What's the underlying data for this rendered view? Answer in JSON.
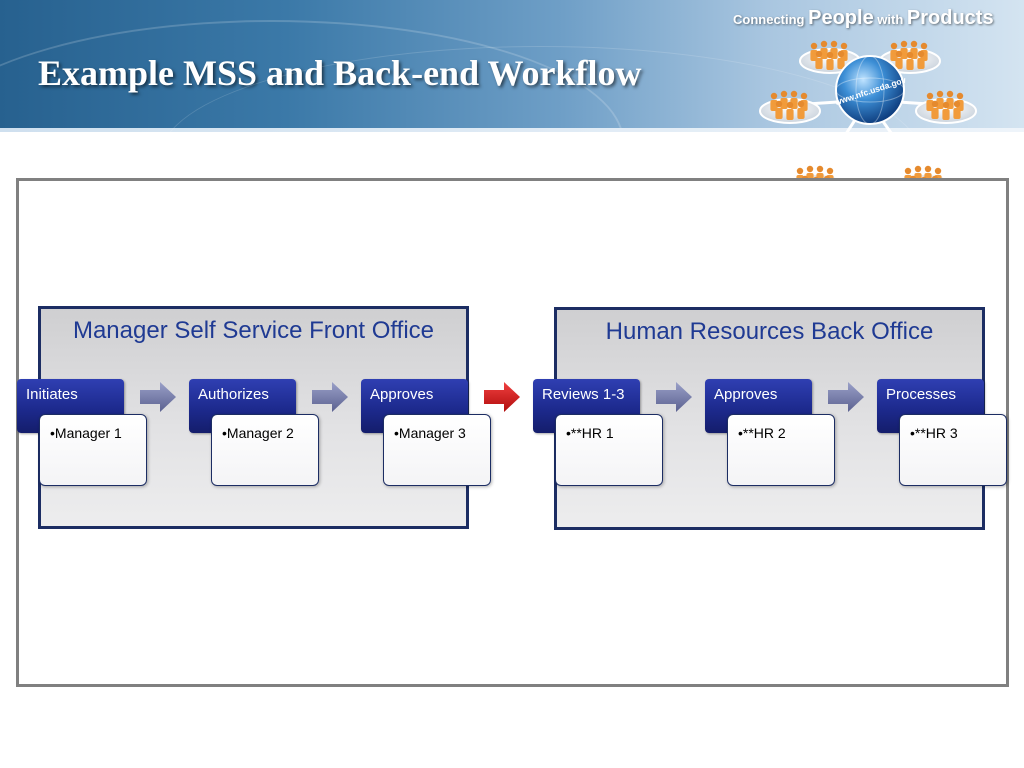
{
  "header": {
    "title": "Example MSS and Back-end Workflow",
    "tagline": {
      "part1": "Connecting ",
      "part2": "People",
      "part3": " with ",
      "part4": "Products"
    },
    "logo_text": "www.nfc.usda.gov"
  },
  "colors": {
    "tab_blue": "#1d2a8e",
    "group_border": "#1c2d63",
    "group_title": "#1f3a93",
    "flow_arrow": "#6f76a6",
    "handoff_arrow": "#cc1111"
  },
  "front_office": {
    "title": "Manager Self Service Front Office",
    "steps": [
      {
        "label": "Initiates",
        "item": "•Manager 1"
      },
      {
        "label": "Authorizes",
        "item": "•Manager 2"
      },
      {
        "label": "Approves",
        "item": "•Manager 3"
      }
    ]
  },
  "back_office": {
    "title": "Human Resources Back Office",
    "steps": [
      {
        "label": "Reviews 1-3",
        "item": "•**HR 1"
      },
      {
        "label": "Approves",
        "item": "•**HR 2"
      },
      {
        "label": "Processes",
        "item": "•**HR 3"
      }
    ]
  }
}
